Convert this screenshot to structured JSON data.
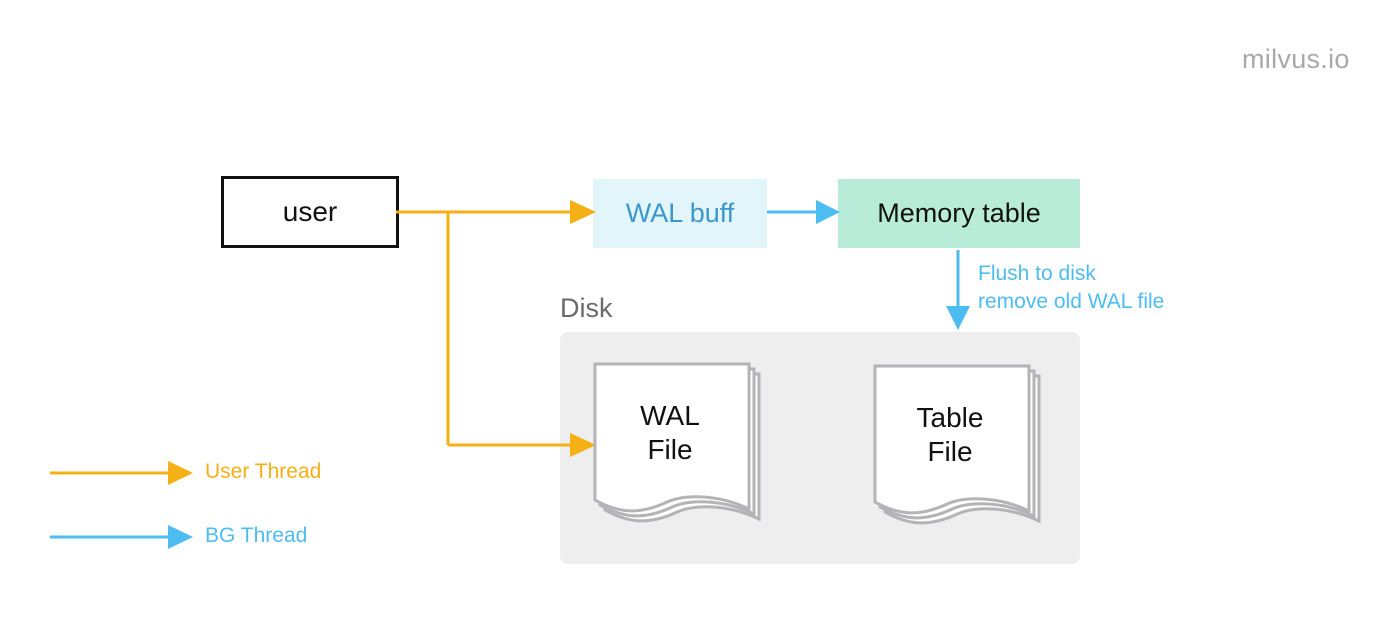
{
  "watermark": "milvus.io",
  "nodes": {
    "user": "user",
    "wal_buff": "WAL buff",
    "memory_table": "Memory table",
    "disk": "Disk",
    "wal_file": [
      "WAL",
      "File"
    ],
    "table_file": [
      "Table",
      "File"
    ]
  },
  "annotations": {
    "flush_line1": "Flush to disk",
    "flush_line2": "remove old WAL file"
  },
  "legend": {
    "user_thread": "User Thread",
    "bg_thread": "BG Thread"
  },
  "colors": {
    "user_thread": "#f5b016",
    "bg_thread": "#4dbcf0",
    "wal_buff_bg": "#e2f5fb",
    "memory_table_bg": "#b9ecd8",
    "disk_bg": "#eeeeef"
  }
}
